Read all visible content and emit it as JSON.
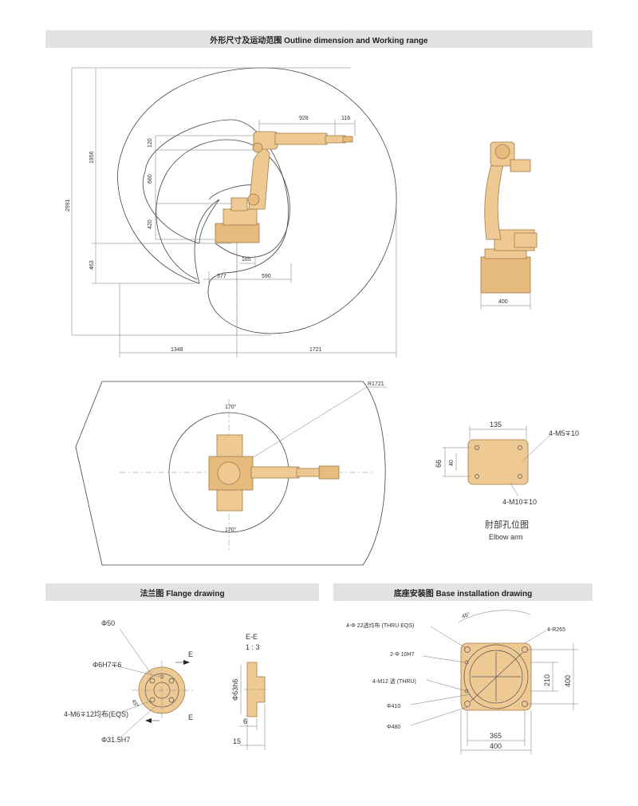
{
  "banners": {
    "outline": "外形尺寸及运动范围 Outline dimension and Working range",
    "flange": "法兰图 Flange drawing",
    "base": "底座安装图 Base installation drawing"
  },
  "side_view": {
    "top_arm_length": "928",
    "wrist_length": "116",
    "wrist_offset": "120",
    "upper_arm": "660",
    "shoulder_height": "420",
    "reach_height": "1956",
    "total_height": "2991",
    "bottom_depth": "463",
    "base_offset": "185",
    "base_back": "377",
    "base_front": "590",
    "rear_reach": "1348",
    "front_reach": "1721"
  },
  "front_view": {
    "base_width": "400"
  },
  "top_view": {
    "radius": "R1721",
    "angle_top": "170°",
    "angle_bottom": "170°"
  },
  "elbow": {
    "width": "135",
    "height_outer": "66",
    "height_inner": "40",
    "holes_top": "4-M5∓10",
    "holes_bottom": "4-M10∓10",
    "caption_cn": "肘部孔位图",
    "caption_en": "Elbow arm"
  },
  "flange": {
    "d50": "Φ50",
    "pin": "Φ6H7∓6",
    "screws": "4-M6∓12均布(EQS)",
    "bore": "Φ31.5H7",
    "angle": "45°",
    "section_mark": "E",
    "section_title": "E-E",
    "section_scale": "1 : 3",
    "shaft": "Φ63h6",
    "depth1": "6",
    "depth2": "15"
  },
  "base": {
    "holes": "4-Φ 22透均布 (THRU EQS)",
    "angle": "45°",
    "corner_radius": "4-R265",
    "pins": "2-Φ 10H7",
    "threads": "4-M12 透 (THRU)",
    "pcd1": "Φ410",
    "pcd2": "Φ480",
    "inner_span": "210",
    "outer_span_v": "400",
    "hole_span": "365",
    "outer_span_h": "400"
  }
}
